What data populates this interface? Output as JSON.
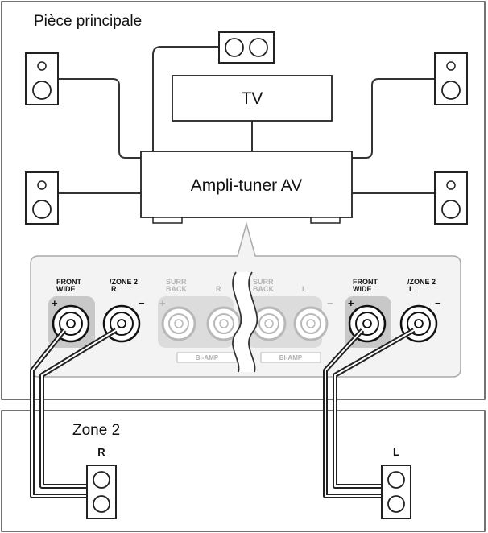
{
  "main_room": {
    "title": "Pièce principale"
  },
  "zone2": {
    "title": "Zone 2"
  },
  "tv": {
    "label": "TV"
  },
  "receiver": {
    "label": "Ampli-tuner AV"
  },
  "terminals": {
    "front_wide_r_1": "FRONT",
    "front_wide_r_2": "WIDE",
    "zone2_r_1": "ZONE 2",
    "zone2_r_2": "R",
    "surr_back_r_1": "SURR",
    "surr_back_r_2": "BACK",
    "surr_r": "R",
    "surr_back_l_1": "SURR",
    "surr_back_l_2": "BACK",
    "surr_l": "L",
    "front_wide_l_1": "FRONT",
    "front_wide_l_2": "WIDE",
    "zone2_l_1": "ZONE 2",
    "zone2_l_2": "L",
    "plus": "+",
    "minus": "−",
    "bi_amp": "BI-AMP"
  },
  "speakers": {
    "zone2_right_label": "R",
    "zone2_left_label": "L"
  }
}
